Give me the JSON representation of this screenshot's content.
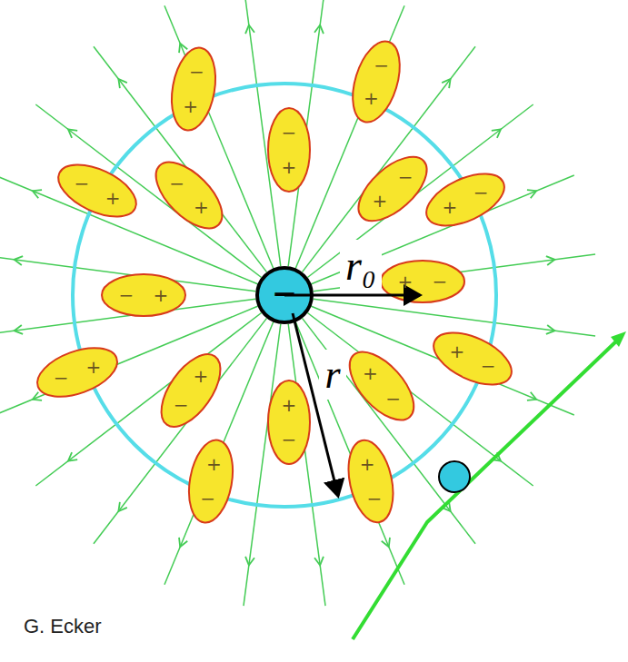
{
  "diagram": {
    "nodes": [
      {
        "text": [
          "−"
        ]
      },
      {
        "text": [
          "−",
          "+"
        ]
      },
      {
        "text": [
          "−",
          "+"
        ]
      },
      {
        "text": [
          "−",
          "+"
        ]
      },
      {
        "text": [
          "−",
          "+"
        ]
      },
      {
        "text": [
          "−",
          "+"
        ]
      },
      {
        "text": [
          "−",
          "+"
        ]
      },
      {
        "text": [
          "−",
          "+"
        ]
      },
      {
        "text": [
          "−",
          "+"
        ]
      },
      {
        "text": [
          "−",
          "+"
        ]
      },
      {
        "text": [
          "−",
          "+"
        ]
      },
      {
        "text": [
          "−",
          "+"
        ]
      },
      {
        "text": [
          "−",
          "+"
        ]
      },
      {
        "text": [
          "−",
          "+"
        ]
      },
      {
        "text": [
          "−",
          "+"
        ]
      },
      {
        "text": [
          "−",
          "+"
        ]
      },
      {
        "text": [
          "−",
          "+"
        ]
      }
    ],
    "labels": [
      "r₀",
      "r",
      "G. Ecker"
    ]
  }
}
